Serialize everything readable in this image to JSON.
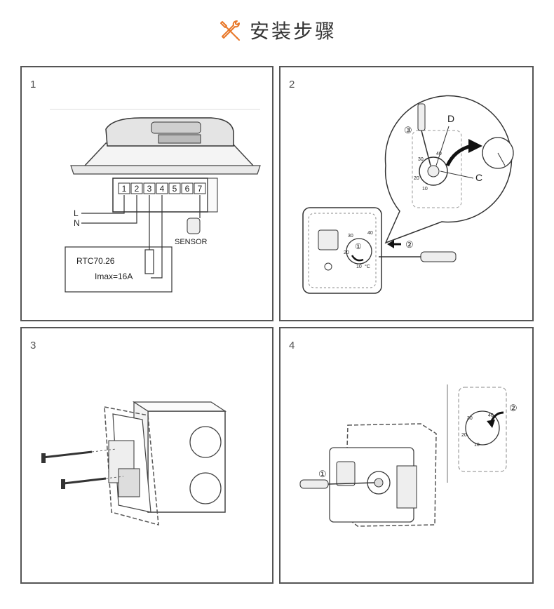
{
  "header": {
    "title": "安装步骤",
    "icon": "tools-icon",
    "accent": "#e8782a"
  },
  "panels": [
    {
      "number": "1",
      "labels": {
        "l": "L",
        "n": "N",
        "sensor": "SENSOR",
        "model": "RTC70.26",
        "imax": "Imax=16A",
        "terminals": [
          "1",
          "2",
          "3",
          "4",
          "5",
          "6",
          "7"
        ]
      }
    },
    {
      "number": "2",
      "labels": {
        "d": "D",
        "c": "C",
        "step1": "①",
        "step2": "②",
        "step3": "③",
        "dial": [
          "40",
          "30",
          "20",
          "10"
        ],
        "dial_unit": "°C"
      }
    },
    {
      "number": "3"
    },
    {
      "number": "4",
      "labels": {
        "step1": "①",
        "step2": "②",
        "dial": [
          "40",
          "30",
          "20",
          "10"
        ]
      }
    }
  ]
}
